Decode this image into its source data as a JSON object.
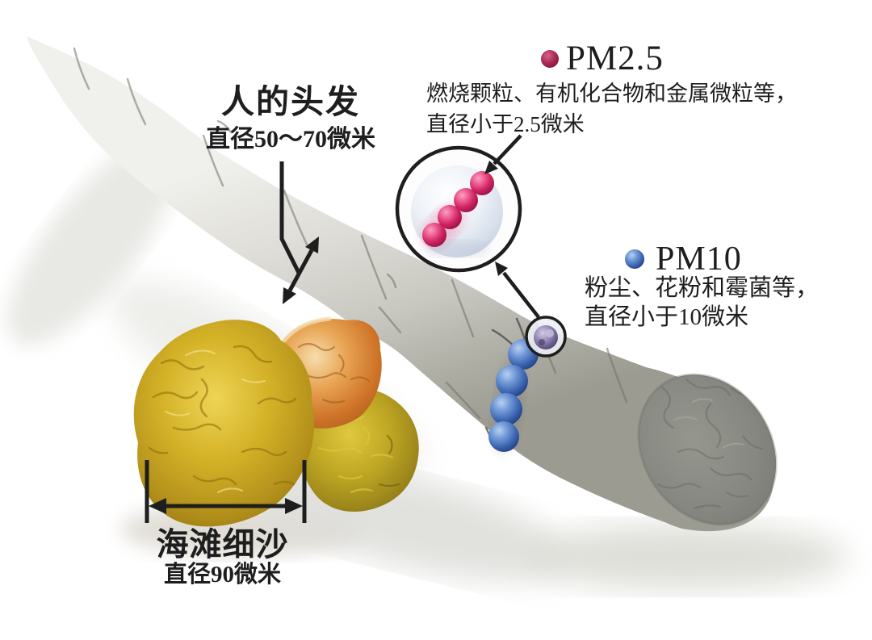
{
  "colors": {
    "ink": "#1e1e1e",
    "pm25_red": "#a82953",
    "pm10_blue": "#3a62ae",
    "sand_gold": "#c5a11d",
    "hair_gray": "#c8c7c0"
  },
  "hair": {
    "label": "人的头发",
    "diameter": "直径50～70微米"
  },
  "pm25": {
    "label": "PM2.5",
    "desc_line1": "燃烧颗粒、有机化合物和金属微粒等，",
    "desc_line2": "直径小于2.5微米"
  },
  "pm10": {
    "label": "PM10",
    "desc_line1": "粉尘、花粉和霉菌等，",
    "desc_line2": "直径小于10微米"
  },
  "sand": {
    "label": "海滩细沙",
    "diameter": "直径90微米"
  },
  "icons": {
    "pm25_dot": "filled-circle",
    "pm10_dot": "filled-circle"
  }
}
